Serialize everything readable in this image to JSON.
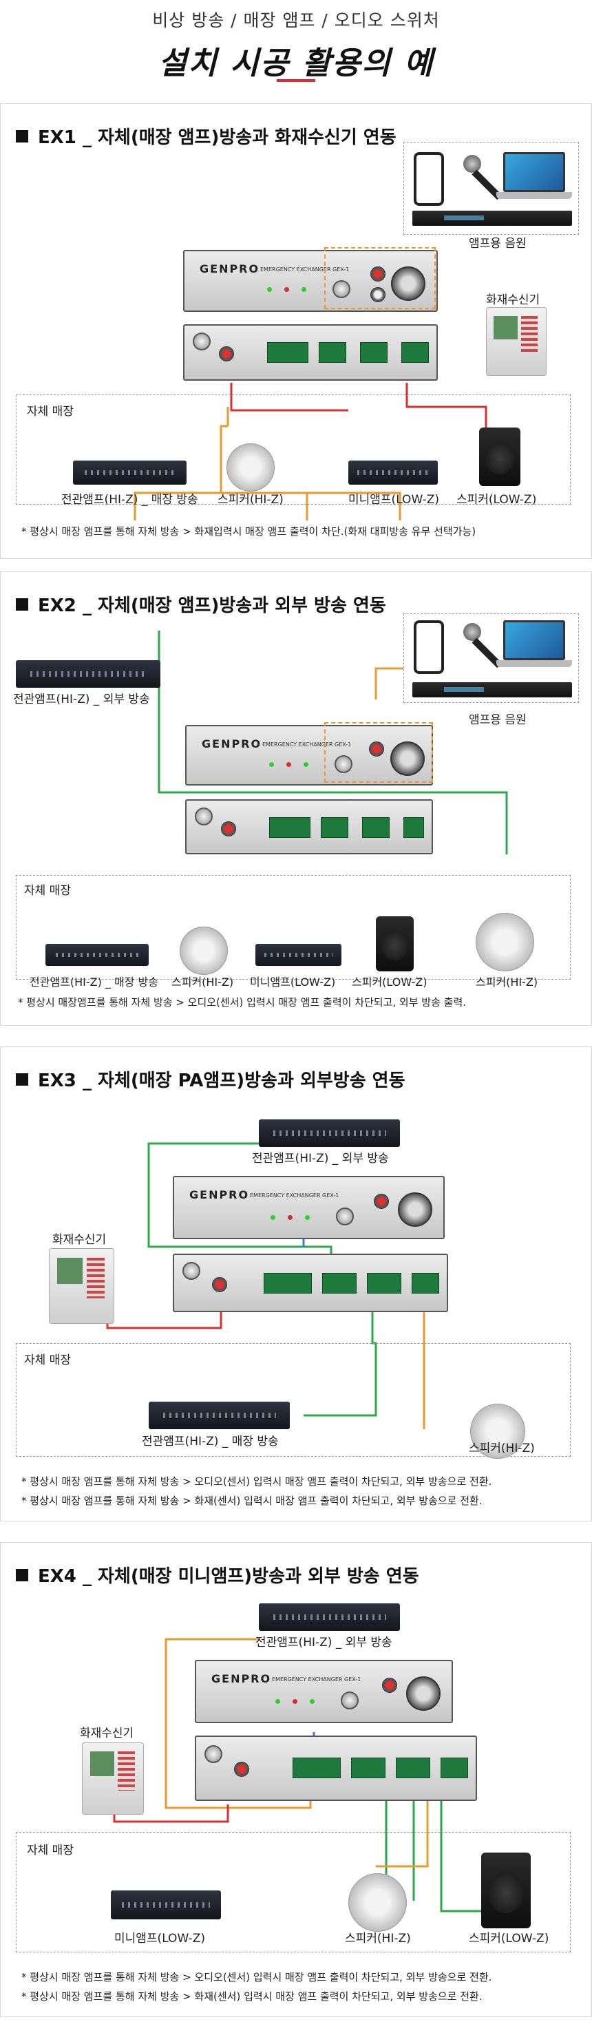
{
  "header": {
    "subtitle": "비상 방송 / 매장 앰프 / 오디오 스위처",
    "title": "설치 시공 활용의 예"
  },
  "colors": {
    "accent_red": "#e02a36",
    "wire_orange": "#e89a2e",
    "wire_green": "#2aa84a",
    "wire_red": "#d83030",
    "wire_blue": "#3a7bd5"
  },
  "ex1": {
    "title": "EX1 _ 자체(매장 앰프)방송과 화재수신기 연동",
    "source_label": "앰프용 음원",
    "fire_label": "화재수신기",
    "group_label": "자체 매장",
    "device_labels": [
      "전관앰프(HI-Z) _ 매장 방송",
      "스피커(HI-Z)",
      "미니앰프(LOW-Z)",
      "스피커(LOW-Z)"
    ],
    "note": "* 평상시 매장 앰프를 통해 자체 방송 > 화재입력시 매장 앰프 출력이 차단.(화재 대피방송 유무 선택가능)"
  },
  "ex2": {
    "title": "EX2 _ 자체(매장 앰프)방송과 외부 방송 연동",
    "external_label": "전관앰프(HI-Z) _ 외부 방송",
    "source_label": "앰프용 음원",
    "group_label": "자체 매장",
    "device_labels": [
      "전관앰프(HI-Z) _ 매장 방송",
      "스피커(HI-Z)",
      "미니앰프(LOW-Z)",
      "스피커(LOW-Z)",
      "스피커(HI-Z)"
    ],
    "note": "* 평상시 매장앰프를 통해 자체 방송 > 오디오(센서) 입력시 매장 앰프 출력이 차단되고, 외부 방송 출력."
  },
  "ex3": {
    "title": "EX3 _ 자체(매장 PA앰프)방송과 외부방송 연동",
    "external_label": "전관앰프(HI-Z) _ 외부 방송",
    "fire_label": "화재수신기",
    "group_label": "자체 매장",
    "device_labels": [
      "전관앰프(HI-Z) _ 매장 방송",
      "스피커(HI-Z)"
    ],
    "notes": [
      "* 평상시 매장 앰프를 통해 자체 방송 > 오디오(센서) 입력시 매장 앰프 출력이 차단되고, 외부 방송으로 전환.",
      "* 평상시 매장 앰프를 통해 자체 방송 > 화재(센서) 입력시 매장 앰프 출력이 차단되고, 외부 방송으로 전환."
    ]
  },
  "ex4": {
    "title": "EX4 _ 자체(매장 미니앰프)방송과 외부 방송 연동",
    "external_label": "전관앰프(HI-Z) _ 외부 방송",
    "fire_label": "화재수신기",
    "group_label": "자체 매장",
    "device_labels": [
      "미니앰프(LOW-Z)",
      "스피커(HI-Z)",
      "스피커(LOW-Z)"
    ],
    "notes": [
      "* 평상시 매장 앰프를 통해 자체 방송 > 오디오(센서) 입력시 매장 앰프 출력이 차단되고, 외부 방송으로 전환.",
      "* 평상시 매장 앰프를 통해 자체 방송 > 화재(센서) 입력시 매장 앰프 출력이 차단되고, 외부 방송으로 전환."
    ]
  },
  "device": {
    "brand": "GENPRO",
    "model": "EMERGENCY EXCHANGER  GEX-1"
  }
}
